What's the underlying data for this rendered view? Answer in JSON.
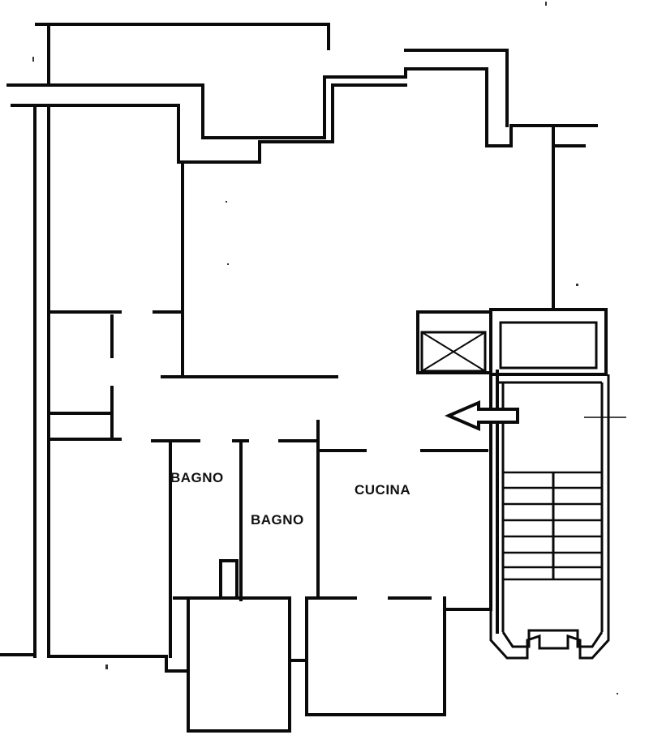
{
  "plan": {
    "colors": {
      "wall": "#0a0a0a",
      "background": "#ffffff"
    },
    "rooms": [
      {
        "id": "bagno-1",
        "label": "BAGNO"
      },
      {
        "id": "bagno-2",
        "label": "BAGNO"
      },
      {
        "id": "cucina",
        "label": "CUCINA"
      }
    ],
    "icons": [
      "entrance-arrow-icon",
      "stair-flight-icon",
      "elevator-shaft-icon",
      "storage-cross-icon"
    ]
  }
}
